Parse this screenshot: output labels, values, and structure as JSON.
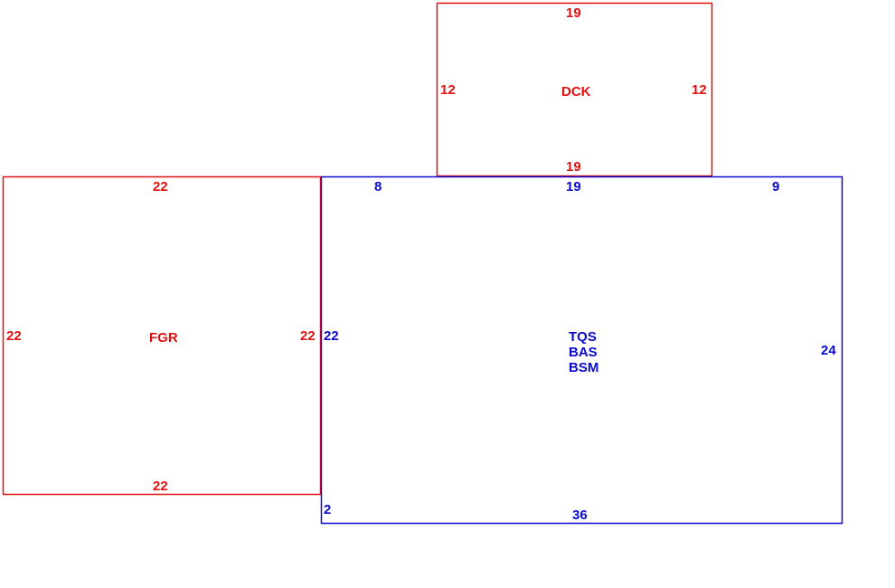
{
  "colors": {
    "dck": "#e01010",
    "fgr": "#e01010",
    "main": "#0a0ad0"
  },
  "dck": {
    "name": "DCK",
    "top": "19",
    "bottom": "19",
    "left": "12",
    "right": "12"
  },
  "fgr": {
    "name": "FGR",
    "top": "22",
    "bottom": "22",
    "left": "22",
    "right": "22"
  },
  "main": {
    "codes": [
      "TQS",
      "BAS",
      "BSM"
    ],
    "top_left": "8",
    "top_mid": "19",
    "top_right": "9",
    "left": "22",
    "right": "24",
    "bottom": "36",
    "bottom_left": "2"
  }
}
